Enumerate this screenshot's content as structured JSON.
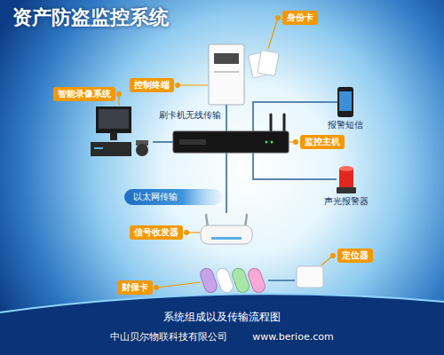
{
  "diagram": {
    "title": "资产防盗监控系统",
    "caption": "系统组成以及传输流程图",
    "nodes": [
      {
        "text": [
          "身份卡"
        ]
      },
      {
        "text": [
          "控制终端"
        ]
      },
      {
        "text": [
          "智能录像系统"
        ]
      },
      {
        "text": [
          "监控主机"
        ]
      },
      {
        "text": [
          "报警短信"
        ]
      },
      {
        "text": [
          "声光报警器"
        ]
      },
      {
        "text": [
          "信号收发器"
        ]
      },
      {
        "text": [
          "财保卡"
        ]
      },
      {
        "text": [
          "定位器"
        ]
      }
    ],
    "edges": [
      {
        "from": 1,
        "to": 3,
        "label": "刷卡机无线传输",
        "arrow": "none"
      },
      {
        "from": 3,
        "to": 2,
        "arrow": "none"
      },
      {
        "from": 3,
        "to": 4,
        "arrow": "none"
      },
      {
        "from": 3,
        "to": 5,
        "arrow": "none"
      },
      {
        "from": 3,
        "to": 6,
        "label": "以太网传输",
        "arrow": "none"
      },
      {
        "from": 7,
        "to": 8,
        "arrow": "none"
      }
    ],
    "labels": [
      "中山贝尔物联科技有限公司",
      "www.berioe.com"
    ]
  }
}
